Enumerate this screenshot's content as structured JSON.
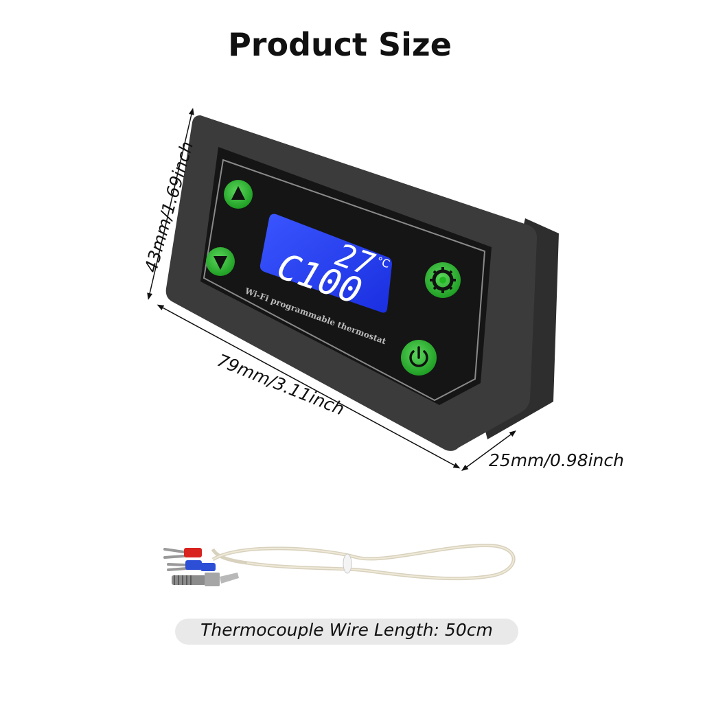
{
  "title": "Product Size",
  "dimensions": {
    "height": "43mm/1.69inch",
    "width": "79mm/3.11inch",
    "depth": "25mm/0.98inch"
  },
  "device": {
    "temperature": "27",
    "unit": "°C",
    "setpoint": "C100",
    "label": "Wi-Fi programmable thermostat",
    "button_color": "#22b522",
    "lcd_color": "#2244ff"
  },
  "caption": "Thermocouple Wire Length: 50cm"
}
